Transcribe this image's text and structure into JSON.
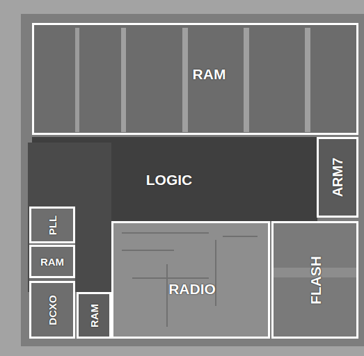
{
  "diagram": {
    "nodes": [
      {
        "text": [
          "RAM"
        ]
      },
      {
        "text": [
          "LOGIC"
        ]
      },
      {
        "text": [
          "ARM7"
        ]
      },
      {
        "text": [
          "PLL"
        ]
      },
      {
        "text": [
          "RAM"
        ]
      },
      {
        "text": [
          "DCXO"
        ]
      },
      {
        "text": [
          "RAM"
        ]
      },
      {
        "text": [
          "RADIO"
        ]
      },
      {
        "text": [
          "FLASH"
        ]
      }
    ]
  }
}
